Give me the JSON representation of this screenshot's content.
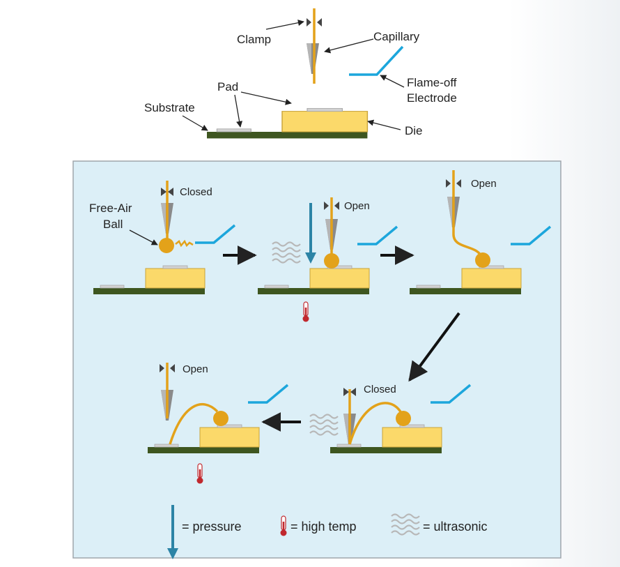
{
  "overview": {
    "labels": {
      "clamp": "Clamp",
      "capillary": "Capillary",
      "flame_off_line1": "Flame-off",
      "flame_off_line2": "Electrode",
      "pad": "Pad",
      "substrate": "Substrate",
      "die": "Die"
    }
  },
  "steps": [
    {
      "id": 1,
      "clamp_state": "Closed",
      "callout_line1": "Free-Air",
      "callout_line2": "Ball"
    },
    {
      "id": 2,
      "clamp_state": "Open"
    },
    {
      "id": 3,
      "clamp_state": "Open"
    },
    {
      "id": 4,
      "clamp_state": "Closed"
    },
    {
      "id": 5,
      "clamp_state": "Open"
    }
  ],
  "legend": {
    "pressure": "= pressure",
    "high_temp": "= high temp",
    "ultrasonic": "= ultrasonic"
  },
  "colors": {
    "wire": "#e3a21a",
    "die": "#fbd96a",
    "die_stroke": "#c9a33a",
    "pad": "#d2d2d2",
    "substrate": "#3e5620",
    "electrode": "#1ca6dc",
    "pressure": "#2c84a6",
    "panel_bg": "#dceff7",
    "panel_border": "#9fa6ac",
    "thermometer": "#c0282e"
  }
}
